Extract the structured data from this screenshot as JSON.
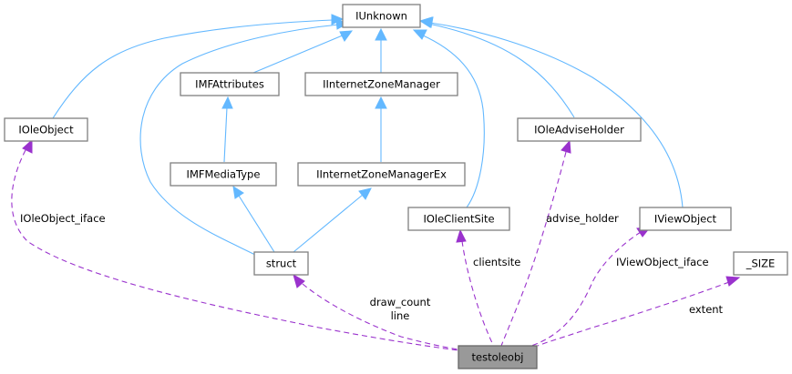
{
  "diagram": {
    "type": "doxygen-collaboration-graph",
    "nodes": [
      {
        "id": "IUnknown",
        "label": "IUnknown"
      },
      {
        "id": "IMFAttributes",
        "label": "IMFAttributes"
      },
      {
        "id": "IInternetZoneManager",
        "label": "IInternetZoneManager"
      },
      {
        "id": "IOleObject",
        "label": "IOleObject"
      },
      {
        "id": "IOleAdviseHolder",
        "label": "IOleAdviseHolder"
      },
      {
        "id": "IMFMediaType",
        "label": "IMFMediaType"
      },
      {
        "id": "IInternetZoneManagerEx",
        "label": "IInternetZoneManagerEx"
      },
      {
        "id": "IOleClientSite",
        "label": "IOleClientSite"
      },
      {
        "id": "IViewObject",
        "label": "IViewObject"
      },
      {
        "id": "struct",
        "label": "struct"
      },
      {
        "id": "_SIZE",
        "label": "_SIZE"
      },
      {
        "id": "testoleobj",
        "label": "testoleobj",
        "focus": true
      }
    ],
    "inheritance_edges": [
      {
        "from": "IOleObject",
        "to": "IUnknown"
      },
      {
        "from": "struct",
        "to": "IUnknown"
      },
      {
        "from": "IMFAttributes",
        "to": "IUnknown"
      },
      {
        "from": "IInternetZoneManager",
        "to": "IUnknown"
      },
      {
        "from": "IOleClientSite",
        "to": "IUnknown"
      },
      {
        "from": "IOleAdviseHolder",
        "to": "IUnknown"
      },
      {
        "from": "IViewObject",
        "to": "IUnknown"
      },
      {
        "from": "IMFMediaType",
        "to": "IMFAttributes"
      },
      {
        "from": "IInternetZoneManagerEx",
        "to": "IInternetZoneManager"
      },
      {
        "from": "struct",
        "to": "IMFMediaType"
      },
      {
        "from": "struct",
        "to": "IInternetZoneManagerEx"
      }
    ],
    "usage_edges": [
      {
        "from": "testoleobj",
        "to": "IOleObject",
        "label": [
          "IOleObject_iface"
        ]
      },
      {
        "from": "testoleobj",
        "to": "struct",
        "label": [
          "draw_count",
          "line"
        ]
      },
      {
        "from": "testoleobj",
        "to": "IOleClientSite",
        "label": [
          "clientsite"
        ]
      },
      {
        "from": "testoleobj",
        "to": "IOleAdviseHolder",
        "label": [
          "advise_holder"
        ]
      },
      {
        "from": "testoleobj",
        "to": "IViewObject",
        "label": [
          "IViewObject_iface"
        ]
      },
      {
        "from": "testoleobj",
        "to": "_SIZE",
        "label": [
          "extent"
        ]
      }
    ],
    "colors": {
      "inheritance": "#63b8ff",
      "usage": "#9a32cd",
      "node_border": "#808080",
      "focus_fill": "#999999"
    }
  }
}
